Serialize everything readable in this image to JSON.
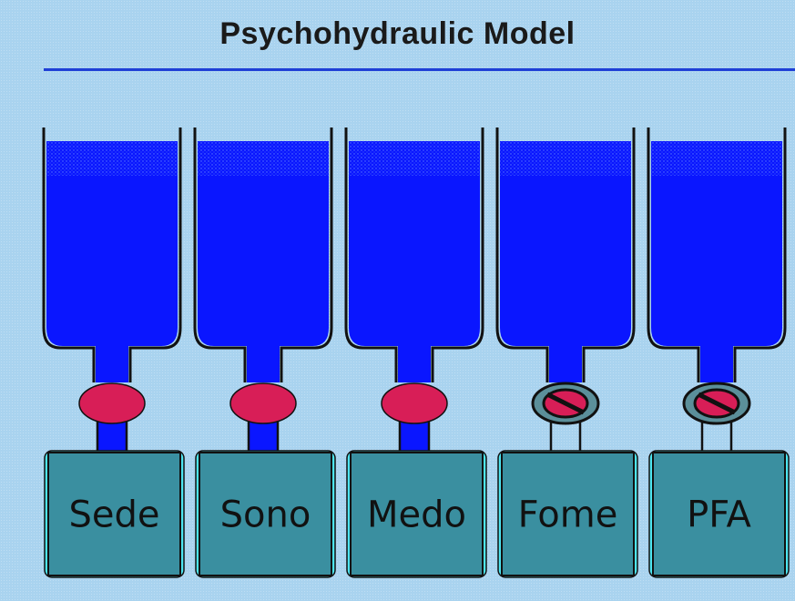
{
  "title": "Psychohydraulic Model",
  "colors": {
    "background": "#a9d3ef",
    "rule": "#1f3fd6",
    "water": "#0a16ff",
    "valve_open": "#d81e57",
    "valve_closed": "#5b8f9a",
    "box": "#3a8fa0",
    "box_edge": "#4de5f0"
  },
  "tanks": [
    {
      "label": "Sede",
      "valve": "open"
    },
    {
      "label": "Sono",
      "valve": "open"
    },
    {
      "label": "Medo",
      "valve": "open"
    },
    {
      "label": "Fome",
      "valve": "closed"
    },
    {
      "label": "PFA",
      "valve": "closed"
    }
  ]
}
